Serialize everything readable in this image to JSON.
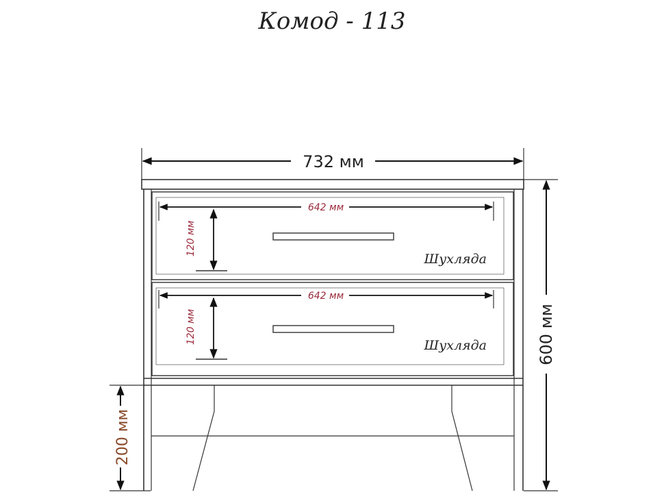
{
  "title": "Комод - 113",
  "dimensions": {
    "overall_width": "732 мм",
    "overall_height": "600 мм",
    "leg_height": "200 мм",
    "drawer_width": "642 мм",
    "drawer_height": "120 мм"
  },
  "drawers": [
    {
      "label": "Шухляда",
      "width": "642 мм",
      "height": "120 мм"
    },
    {
      "label": "Шухляда",
      "width": "642 мм",
      "height": "120 мм"
    }
  ],
  "colors": {
    "line": "#333333",
    "drawer_dimension": "#9b2a3c",
    "leg_dimension": "#8a4a2a"
  }
}
